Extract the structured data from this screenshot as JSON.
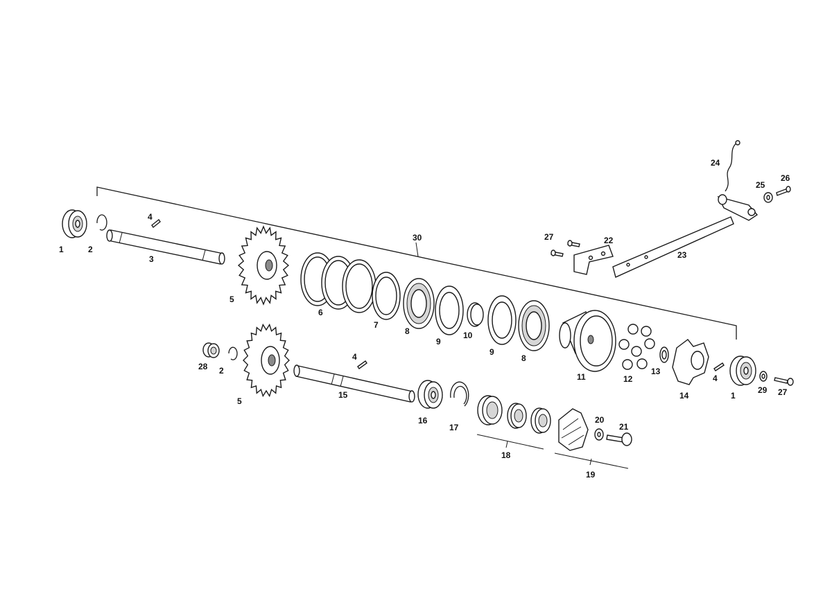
{
  "diagram": {
    "callouts": [
      "1",
      "2",
      "3",
      "4",
      "5",
      "6",
      "7",
      "8",
      "9",
      "10",
      "11",
      "12",
      "13",
      "14",
      "15",
      "16",
      "17",
      "18",
      "19",
      "20",
      "21",
      "22",
      "23",
      "24",
      "25",
      "26",
      "27",
      "28",
      "29",
      "30"
    ]
  }
}
